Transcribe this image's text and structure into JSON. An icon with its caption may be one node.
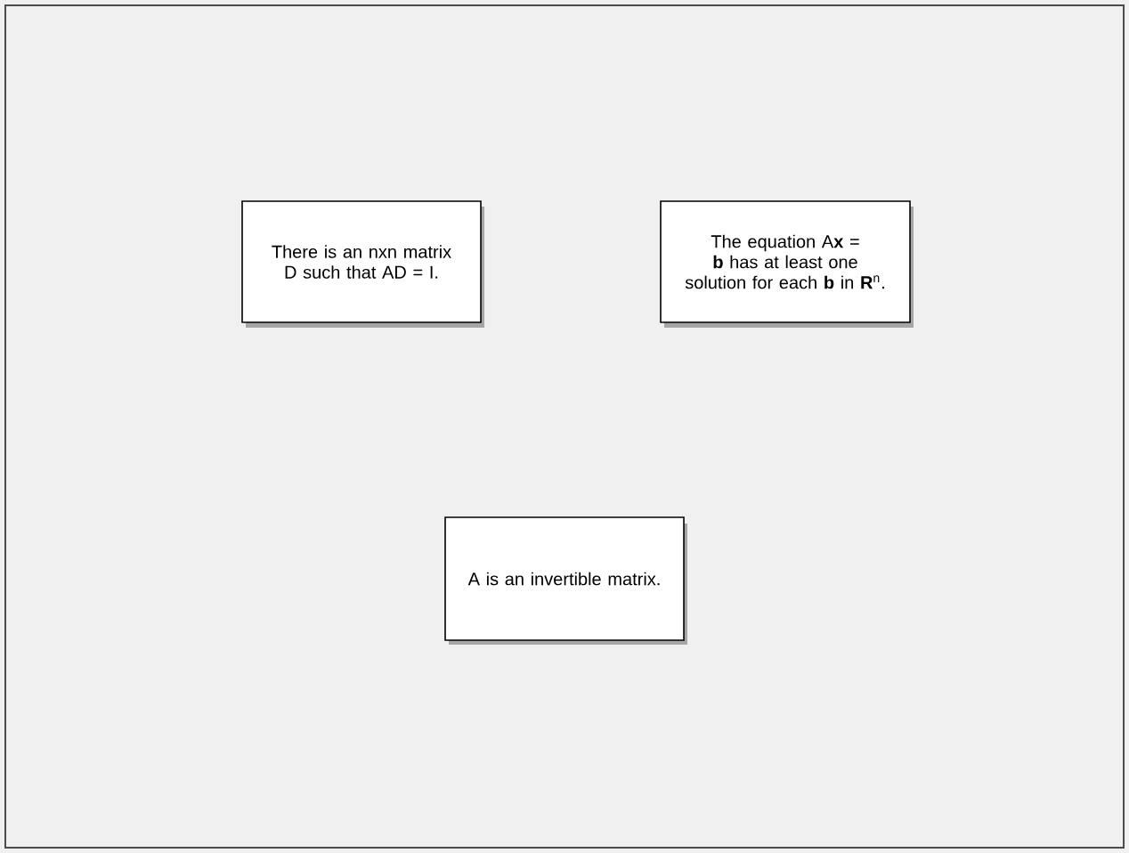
{
  "diagram": {
    "nodes": [
      {
        "text": [
          "There is an nxn matrix D such that AD = I."
        ]
      },
      {
        "text": [
          "The equation A**x** = **b** has at least one solution for each **b** in **R**$^{n}$."
        ]
      },
      {
        "text": [
          "A is an invertible matrix."
        ]
      }
    ]
  }
}
